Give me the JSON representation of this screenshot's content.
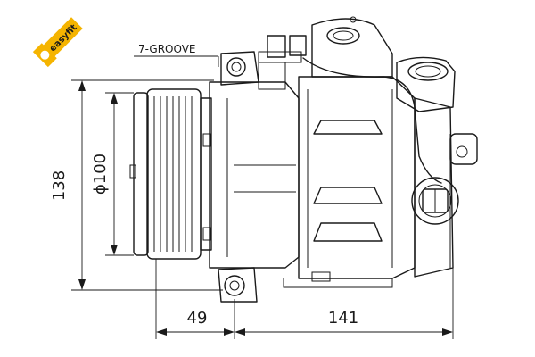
{
  "logo": {
    "brand": "easyfit",
    "color": "#f5b400"
  },
  "labels": {
    "groove": "7-GROOVE",
    "height": "138",
    "pulley_diameter": "ϕ100",
    "length_front": "49",
    "length_body": "141"
  },
  "colors": {
    "line": "#1a1a1a",
    "background": "#ffffff",
    "accent": "#f5b400"
  }
}
